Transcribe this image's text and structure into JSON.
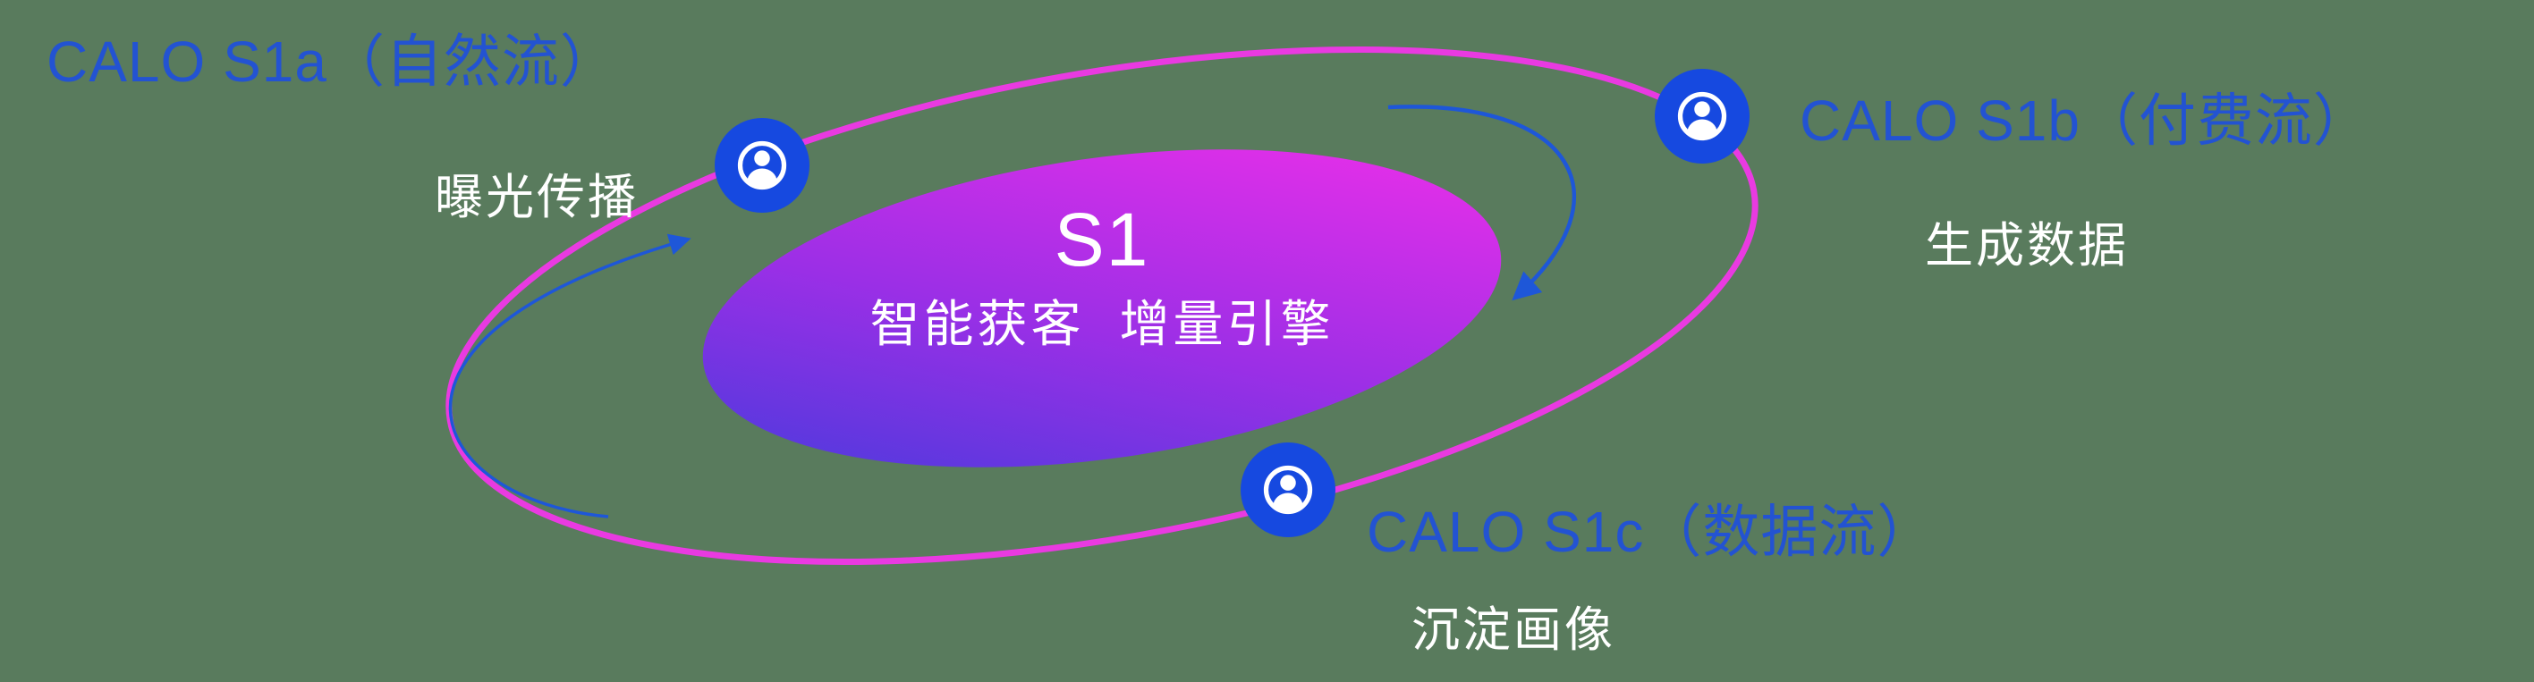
{
  "diagram": {
    "center": {
      "title": "S1",
      "subtitle": "智能获客  增量引擎"
    },
    "nodes": [
      {
        "id": "s1a",
        "title": "CALO S1a（自然流）",
        "subtitle": "曝光传播"
      },
      {
        "id": "s1b",
        "title": "CALO S1b（付费流）",
        "subtitle": "生成数据"
      },
      {
        "id": "s1c",
        "title": "CALO S1c（数据流）",
        "subtitle": "沉淀画像"
      }
    ]
  },
  "icons": {
    "node_icon": "person-in-circle-icon"
  },
  "colors": {
    "background": "#597b5d",
    "orbit_pink": "#e93ae1",
    "gradient_blue": "#3f3cdb",
    "gradient_mid": "#9a2fe6",
    "gradient_magenta": "#e62fe9",
    "node_blue": "#1649e0",
    "label_blue": "#2353d2",
    "arrow_blue": "#1e57d8",
    "text_white": "#ffffff"
  }
}
